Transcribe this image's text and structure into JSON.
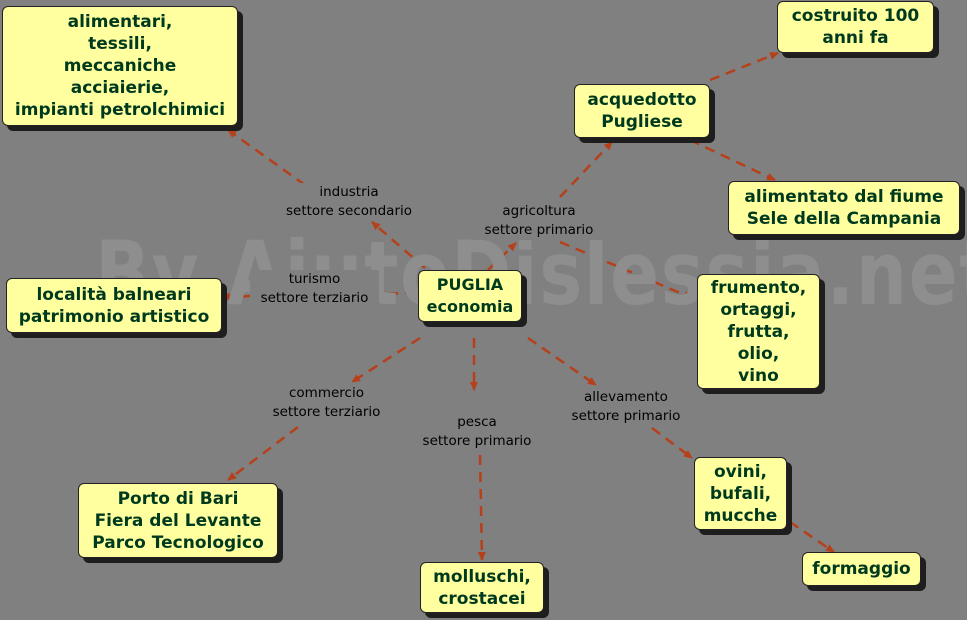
{
  "watermark": "By AiutoDislessia.net",
  "center": {
    "text": "PUGLIA\neconomia"
  },
  "links": {
    "industria": "industria\nsettore secondario",
    "agricoltura": "agricoltura\nsettore primario",
    "turismo": "turismo\nsettore terziario",
    "commercio": "commercio\nsettore terziario",
    "pesca": "pesca\nsettore primario",
    "allevamento": "allevamento\nsettore primario"
  },
  "nodes": {
    "industria": "alimentari,\ntessili,\nmeccaniche\nacciaierie,\nimpianti petrolchimici",
    "acquedotto": "acquedotto\nPugliese",
    "costruito": "costruito 100\nanni fa",
    "alimentato": "alimentato dal fiume\nSele della Campania",
    "agricoltura": "frumento,\nortaggi,\nfrutta,\nolio,\nvino",
    "turismo": "località balneari\npatrimonio artistico",
    "commercio": "Porto di Bari\nFiera del Levante\nParco Tecnologico",
    "pesca": "molluschi,\ncrostacei",
    "allevamento": "ovini,\nbufali,\nmucche",
    "formaggio": "formaggio"
  },
  "colors": {
    "node_fill": "#ffff9f",
    "node_text": "#003a1e",
    "arrow": "#b5401a",
    "background": "#808080"
  }
}
